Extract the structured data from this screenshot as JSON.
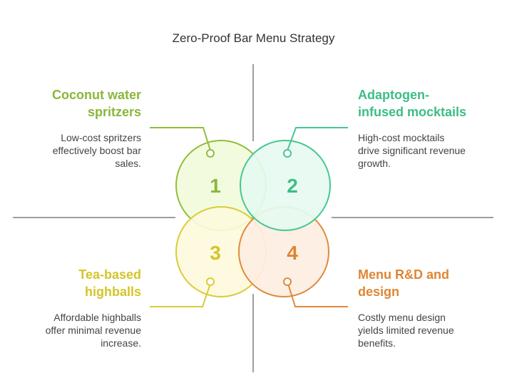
{
  "title": "Zero-Proof Bar Menu Strategy",
  "quadrants": [
    {
      "number": "1",
      "heading_line1": "Coconut water",
      "heading_line2": "spritzers",
      "desc_line1": "Low-cost spritzers",
      "desc_line2": "effectively boost bar",
      "desc_line3": "sales.",
      "stroke": "#8fbf3a",
      "fill": "#f2fbdc",
      "text_color": "#8ab63a"
    },
    {
      "number": "2",
      "heading_line1": "Adaptogen-",
      "heading_line2": "infused mocktails",
      "desc_line1": "High-cost mocktails",
      "desc_line2": "drive significant revenue",
      "desc_line3": "growth.",
      "stroke": "#46c78e",
      "fill": "#e6faf0",
      "text_color": "#3dbd86"
    },
    {
      "number": "3",
      "heading_line1": "Tea-based",
      "heading_line2": "highballs",
      "desc_line1": "Affordable highballs",
      "desc_line2": "offer minimal revenue",
      "desc_line3": "increase.",
      "stroke": "#d9cc3a",
      "fill": "#fdfadc",
      "text_color": "#d4c52a"
    },
    {
      "number": "4",
      "heading_line1": "Menu R&D and",
      "heading_line2": "design",
      "desc_line1": "Costly menu design",
      "desc_line2": "yields limited revenue",
      "desc_line3": "benefits.",
      "stroke": "#e08a3a",
      "fill": "#fdeee2",
      "text_color": "#df8533"
    }
  ],
  "axis_color": "#9e9e9e"
}
